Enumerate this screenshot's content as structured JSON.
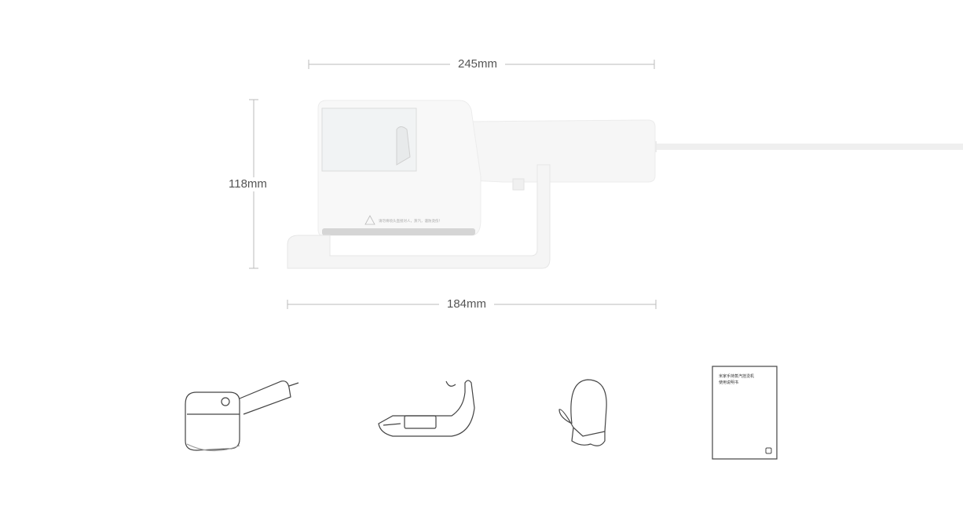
{
  "dimensions": {
    "length_top": "245mm",
    "height": "118mm",
    "length_bottom": "184mm"
  },
  "product": {
    "warning_label": "请勿将喷头直接对人，蒸汽，谨防烫伤！"
  },
  "accessories": {
    "items": [
      "steamer",
      "stand",
      "glove",
      "manual"
    ],
    "manual_title_line1": "米家手持蒸汽挂烫机",
    "manual_title_line2": "使用说明书"
  },
  "colors": {
    "line": "#cccccc",
    "text": "#555555",
    "body": "#f7f7f7",
    "drawing": "#333333"
  }
}
